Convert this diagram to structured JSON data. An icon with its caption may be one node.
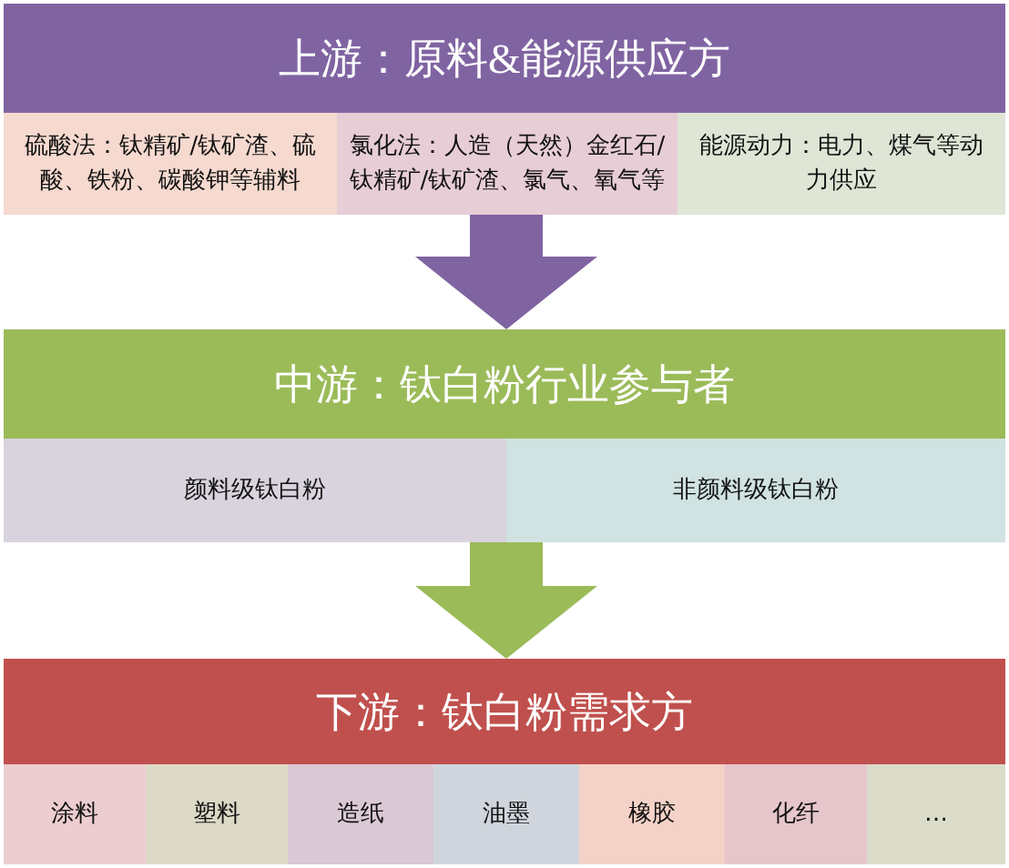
{
  "diagram": {
    "nodes": [
      {
        "text": [
          "上游：原料&能源供应方"
        ]
      },
      {
        "text": [
          "硫酸法：钛精矿/钛矿渣、硫酸、铁粉、碳酸钾等辅料"
        ]
      },
      {
        "text": [
          "氯化法：人造（天然）金红石/钛精矿/钛矿渣、氯气、氧气等"
        ]
      },
      {
        "text": [
          "能源动力：电力、煤气等动力供应"
        ]
      },
      {
        "text": [
          "中游：钛白粉行业参与者"
        ]
      },
      {
        "text": [
          "颜料级钛白粉"
        ]
      },
      {
        "text": [
          "非颜料级钛白粉"
        ]
      },
      {
        "text": [
          "下游：钛白粉需求方"
        ]
      },
      {
        "text": [
          "涂料"
        ]
      },
      {
        "text": [
          "塑料"
        ]
      },
      {
        "text": [
          "造纸"
        ]
      },
      {
        "text": [
          "油墨"
        ]
      },
      {
        "text": [
          "橡胶"
        ]
      },
      {
        "text": [
          "化纤"
        ]
      },
      {
        "text": [
          "…"
        ]
      }
    ],
    "edges": [
      {
        "from": 2,
        "to": 4,
        "arrow": "to",
        "color": "#8064a2"
      },
      {
        "from": 5,
        "to": 7,
        "arrow": "to",
        "color": "#9bbb59"
      }
    ]
  }
}
